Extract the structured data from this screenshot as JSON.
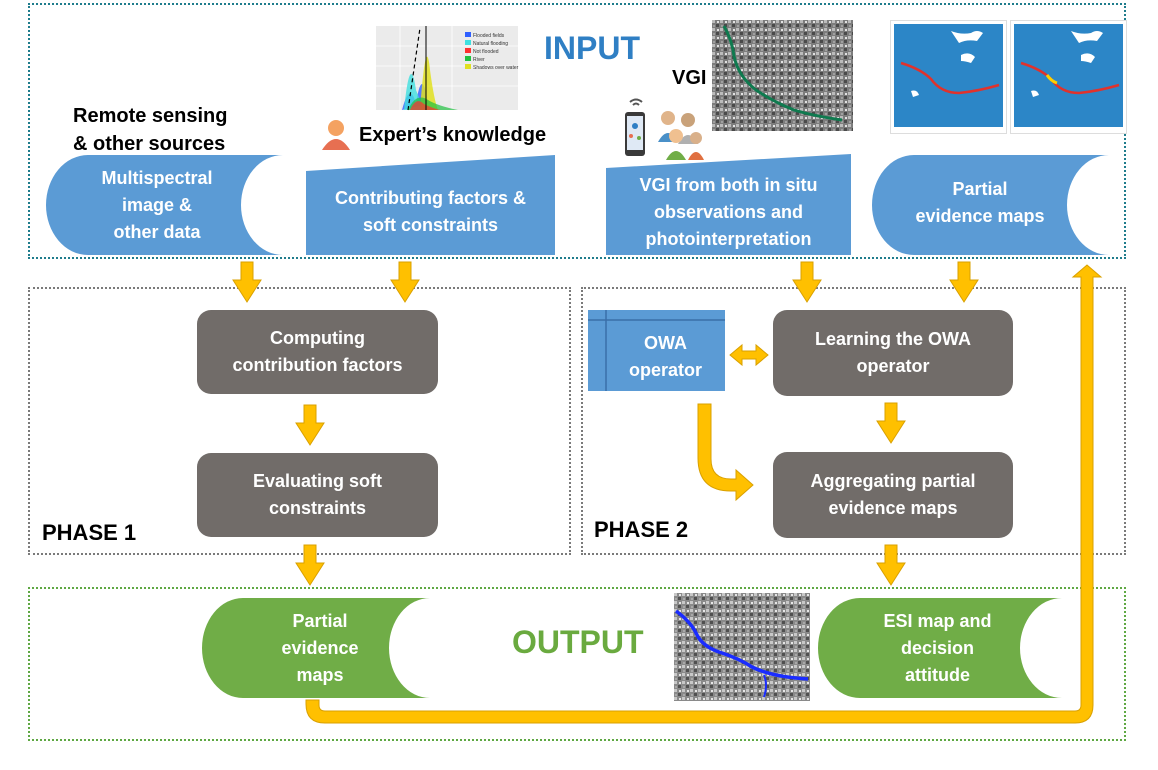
{
  "sections": {
    "input_title": "INPUT",
    "output_title": "OUTPUT",
    "phase1_title": "PHASE 1",
    "phase2_title": "PHASE 2"
  },
  "inputs": {
    "remote_sensing_label": "Remote sensing\n& other sources",
    "expert_label": "Expert’s knowledge",
    "vgi_label": "VGI",
    "multispectral": "Multispectral\nimage &\nother data",
    "contributing": "Contributing factors &\nsoft constraints",
    "vgi_obs": "VGI from both in situ\nobservations and\nphotointerpretation",
    "partial_in": "Partial\nevidence maps"
  },
  "phase1": {
    "computing": "Computing\ncontribution factors",
    "evaluating": "Evaluating soft\nconstraints"
  },
  "phase2": {
    "owa": "OWA\noperator",
    "learning": "Learning the OWA\noperator",
    "aggregating": "Aggregating partial\nevidence maps"
  },
  "outputs": {
    "partial_out": "Partial\nevidence\nmaps",
    "esi": "ESI map and\ndecision\nattitude"
  },
  "density_legend": [
    "Flooded fields",
    "Natural flooding",
    "Not flooded",
    "River",
    "Shadows over water"
  ],
  "colors": {
    "blue_shape": "#5b9bd5",
    "green_shape": "#70ad47",
    "process": "#716c69",
    "arrow": "#ffc000"
  }
}
